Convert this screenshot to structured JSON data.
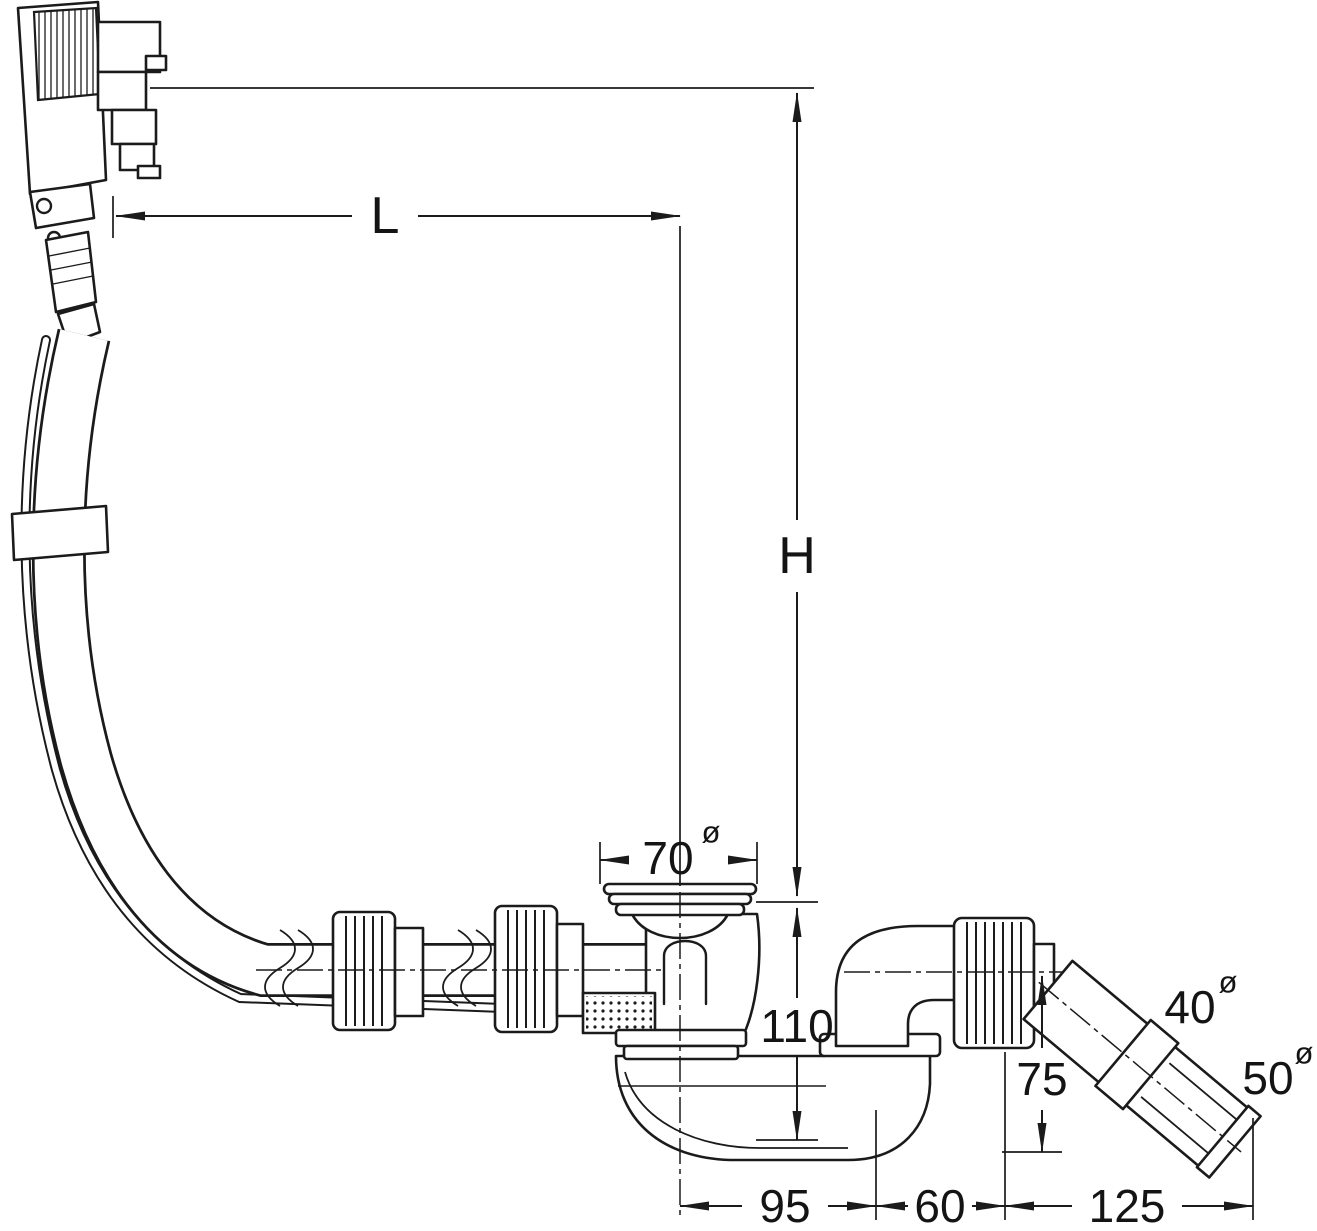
{
  "drawing": {
    "type": "technical-dimension-drawing",
    "subject": "bath waste, overflow and trap set with rotary overflow actuator, flexible overflow pipe and 45-degree outlet"
  },
  "dimensions": {
    "L": {
      "label": "L"
    },
    "H": {
      "label": "H"
    },
    "flange": {
      "value": "70",
      "symbol": "ø"
    },
    "depth": {
      "value": "110"
    },
    "outlet_height": {
      "value": "75"
    },
    "span_a": {
      "value": "95"
    },
    "span_b": {
      "value": "60"
    },
    "span_c": {
      "value": "125"
    },
    "pipe_inner": {
      "value": "40",
      "symbol": "ø"
    },
    "pipe_outer": {
      "value": "50",
      "symbol": "ø"
    }
  },
  "colors": {
    "line": "#1b1b1b",
    "background": "#ffffff"
  }
}
